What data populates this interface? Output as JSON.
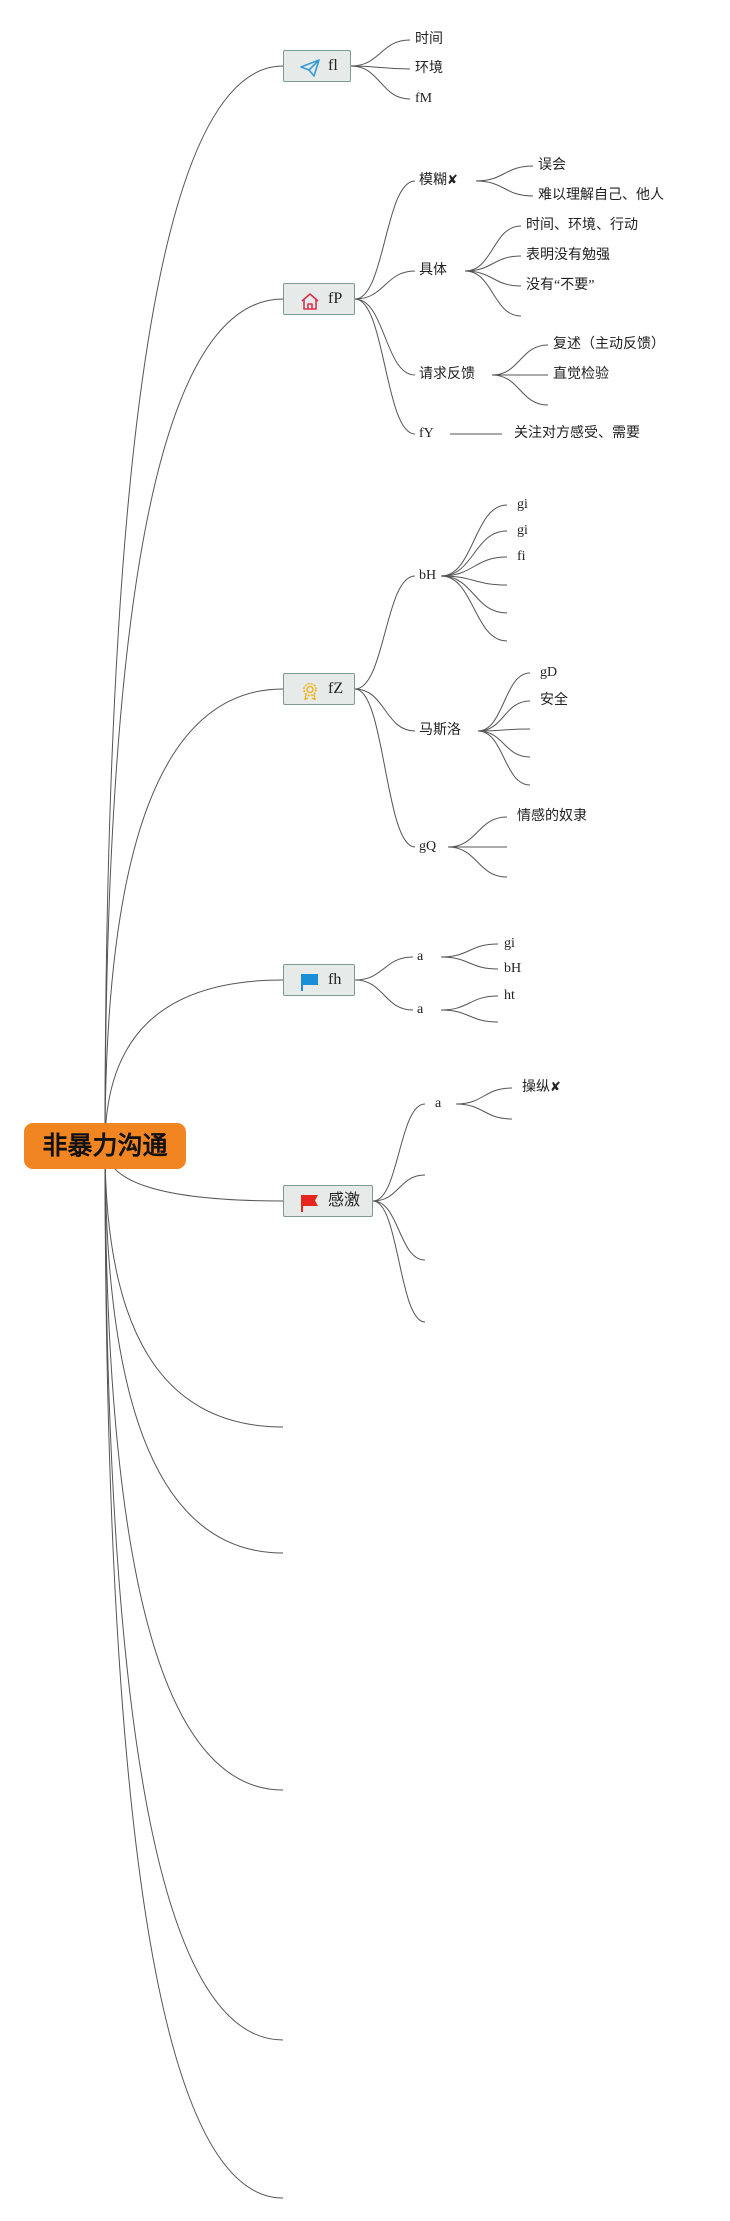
{
  "root": "非暴力沟通",
  "topics": [
    {
      "label": "fl",
      "icon": "paper-plane-icon",
      "children": [
        {
          "label": "时间"
        },
        {
          "label": "环境"
        },
        {
          "label": "fM"
        }
      ]
    },
    {
      "label": "fP",
      "icon": "house-icon",
      "children": [
        {
          "label": "模糊",
          "mark": "✘",
          "children": [
            "误会",
            "难以理解自己、他人"
          ]
        },
        {
          "label": "具体",
          "children": [
            "时间、环境、行动",
            "表明没有勉强",
            "没有“不要”",
            ""
          ]
        },
        {
          "label": "请求反馈",
          "children": [
            "复述（主动反馈）",
            "直觉检验",
            ""
          ]
        },
        {
          "label": "fY",
          "children": [
            "关注对方感受、需要"
          ]
        }
      ]
    },
    {
      "label": "fZ",
      "icon": "award-icon",
      "children": [
        {
          "label": "bH",
          "children": [
            "gi",
            "gi",
            "fi",
            "",
            "",
            ""
          ]
        },
        {
          "label": "马斯洛",
          "children": [
            "gD",
            "安全",
            "",
            "",
            ""
          ]
        },
        {
          "label": "gQ",
          "children": [
            "情感的奴隶",
            "",
            ""
          ]
        }
      ]
    },
    {
      "label": "fh",
      "icon": "blue-flag-icon",
      "children": [
        {
          "label": "a",
          "children": [
            "gi",
            "bH"
          ]
        },
        {
          "label": "a",
          "children": [
            "ht",
            ""
          ]
        }
      ]
    },
    {
      "label": "感激",
      "icon": "red-flag-icon",
      "children": [
        {
          "label": "a",
          "children": [
            {
              "label": "操纵",
              "mark": "✘"
            },
            ""
          ]
        },
        {
          "label": ""
        },
        {
          "label": ""
        },
        {
          "label": ""
        }
      ]
    }
  ],
  "empty_branches": 5,
  "colors": {
    "root": "#f18522",
    "topic_fill": "#e6eae8",
    "topic_border": "#7d9c8e",
    "line": "#555555"
  }
}
